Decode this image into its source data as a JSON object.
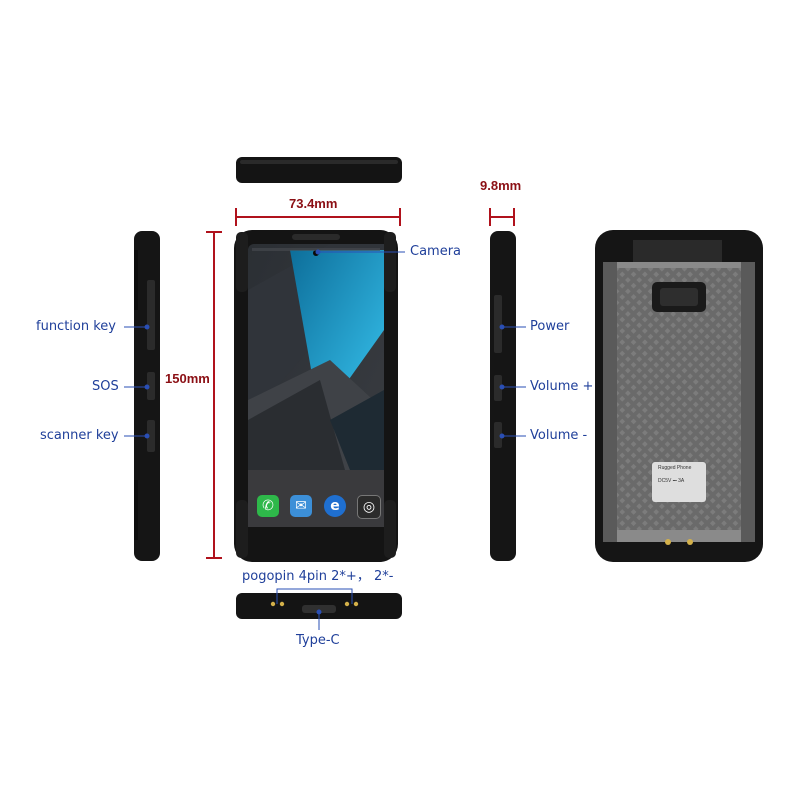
{
  "dimensions": {
    "width": "73.4mm",
    "height": "150mm",
    "thickness": "9.8mm"
  },
  "labels": {
    "camera": "Camera",
    "function_key": "function key",
    "sos": "SOS",
    "scanner_key": "scanner key",
    "power": "Power",
    "volume_up": "Volume +",
    "volume_down": "Volume -",
    "pogopin": "pogopin 4pin 2*+， 2*-",
    "type_c": "Type-C"
  },
  "back_panel": {
    "brand": "Rugged Phone",
    "rating": "DC5V ⎓ 3A"
  },
  "colors": {
    "label": "#1f3f9a",
    "dimension": "#8b0f14",
    "body": "#141414",
    "back_panel": "#6f6f6f",
    "screen_accent": "#1fa3d6"
  },
  "icons": [
    "phone-app-icon",
    "mail-app-icon",
    "browser-app-icon",
    "camera-app-icon"
  ]
}
